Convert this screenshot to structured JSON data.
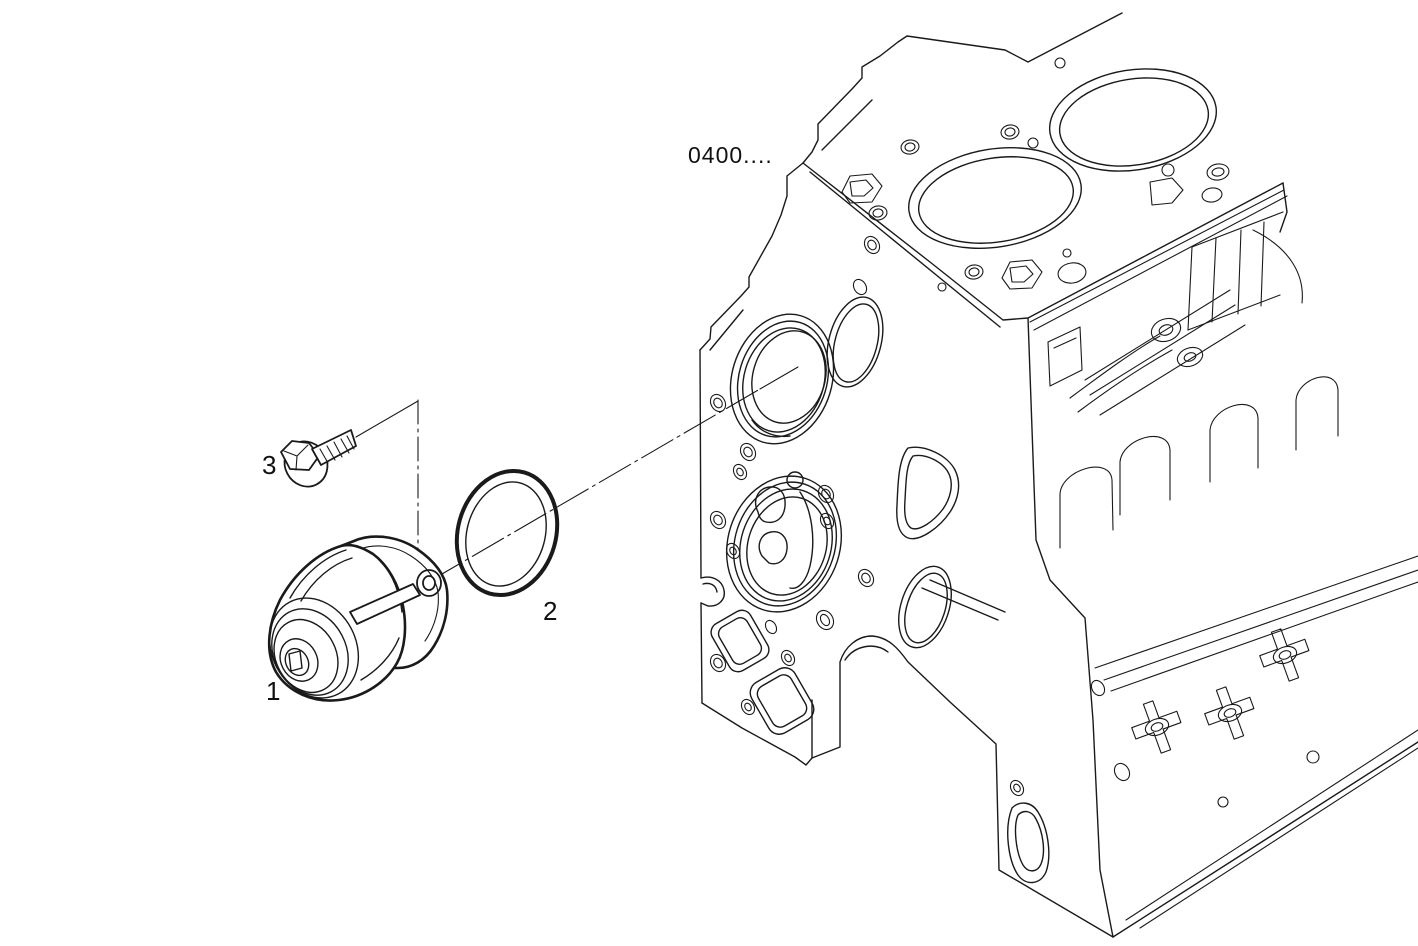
{
  "diagram": {
    "background_color": "#ffffff",
    "line_color": "#1a1a1a",
    "reference_label": "0400....",
    "callouts": [
      {
        "number": "1",
        "part": "water-pump"
      },
      {
        "number": "2",
        "part": "seal-ring-gasket"
      },
      {
        "number": "3",
        "part": "flange-bolt"
      }
    ]
  }
}
